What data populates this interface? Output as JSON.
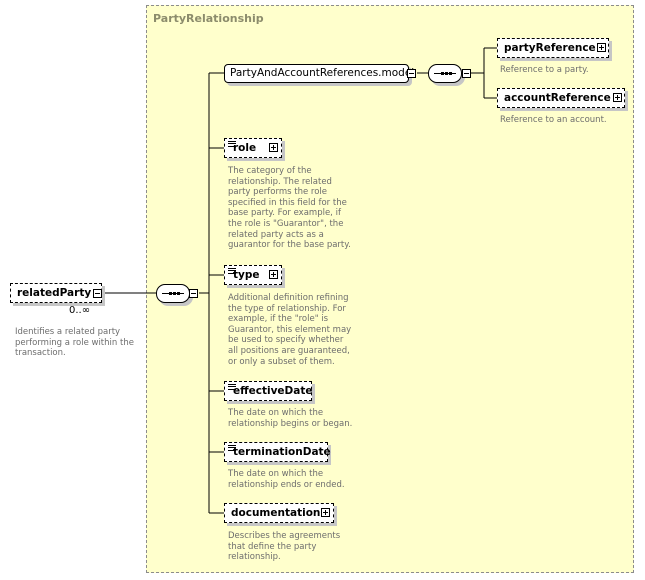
{
  "type_box": {
    "title": "PartyRelationship"
  },
  "root": {
    "name": "relatedParty",
    "occurrence": "0..∞",
    "description": "Identifies a related party\nperforming a role within the\ntransaction."
  },
  "model_group": {
    "name": "PartyAndAccountReferences.model"
  },
  "group_children": [
    {
      "name": "partyReference",
      "description": "Reference to a party."
    },
    {
      "name": "accountReference",
      "description": "Reference to an account."
    }
  ],
  "elements": [
    {
      "name": "role",
      "description": "The category of the\nrelationship. The related\nparty performs the role\nspecified in this field for the\nbase party. For example, if\nthe role is \"Guarantor\", the\nrelated party acts as a\nguarantor for the base party."
    },
    {
      "name": "type",
      "description": "Additional definition refining\nthe type of relationship. For\nexample, if the \"role\" is\nGuarantor, this element may\nbe used to specify whether\nall positions are guaranteed,\nor only a subset of them."
    },
    {
      "name": "effectiveDate",
      "description": "The date on which the\nrelationship begins or began."
    },
    {
      "name": "terminationDate",
      "description": "The date on which the\nrelationship ends or ended."
    },
    {
      "name": "documentation",
      "description": "Describes the agreements\nthat define the party\nrelationship."
    }
  ]
}
